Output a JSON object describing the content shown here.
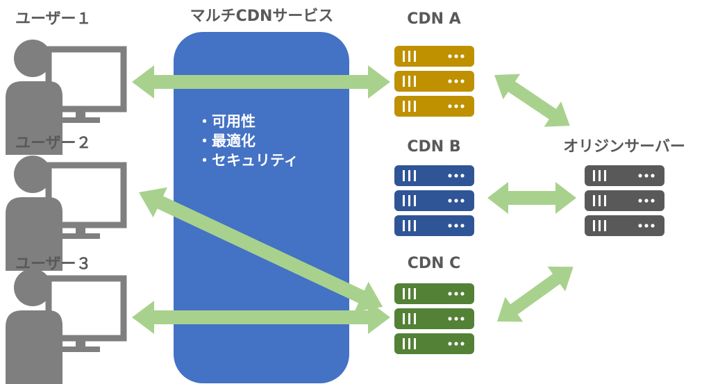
{
  "diagram": {
    "users": [
      {
        "label": "ユーザー１"
      },
      {
        "label": "ユーザー２"
      },
      {
        "label": "ユーザー３"
      }
    ],
    "multi_cdn": {
      "title": "マルチCDNサービス",
      "features": [
        "・可用性",
        "・最適化",
        "・セキュリティ"
      ],
      "color": "#4472c4"
    },
    "cdns": [
      {
        "label": "CDN A",
        "color": "#bf9000"
      },
      {
        "label": "CDN B",
        "color": "#2f5597"
      },
      {
        "label": "CDN C",
        "color": "#538135"
      }
    ],
    "origin": {
      "label": "オリジンサーバー",
      "color": "#595959"
    },
    "arrow_color": "#a9d18e",
    "icon_color": "#7f7f7f",
    "server_dots": "…",
    "user_icon": "user-at-monitor-icon",
    "server_icon": "server-rack-icon"
  }
}
